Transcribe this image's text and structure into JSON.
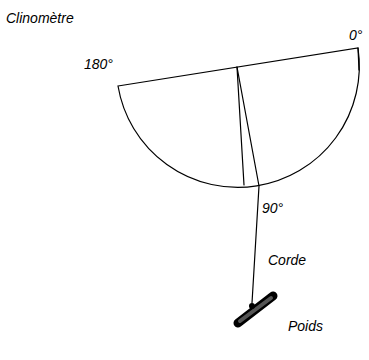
{
  "diagram": {
    "title": "Clinomètre",
    "labels": [
      "180°",
      "0°",
      "90°",
      "Corde",
      "Poids"
    ]
  }
}
